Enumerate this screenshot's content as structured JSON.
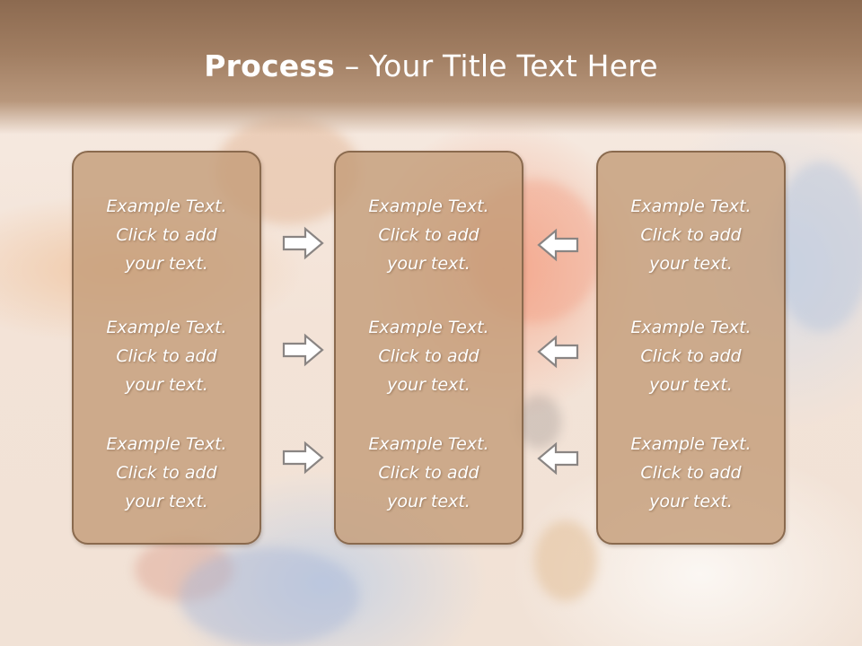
{
  "slide": {
    "title_bold": "Process",
    "title_rest": " – Your Title Text Here"
  },
  "columns": [
    {
      "items": [
        {
          "line1": "Example Text.",
          "line2": "Click  to add",
          "line3": "your text."
        },
        {
          "line1": "Example Text.",
          "line2": "Click  to add",
          "line3": "your text."
        },
        {
          "line1": "Example Text.",
          "line2": "Click  to add",
          "line3": "your text."
        }
      ]
    },
    {
      "items": [
        {
          "line1": "Example Text.",
          "line2": "Click  to add",
          "line3": "your text."
        },
        {
          "line1": "Example Text.",
          "line2": "Click  to add",
          "line3": "your text."
        },
        {
          "line1": "Example Text.",
          "line2": "Click  to add",
          "line3": "your text."
        }
      ]
    },
    {
      "items": [
        {
          "line1": "Example Text.",
          "line2": "Click  to add",
          "line3": "your text."
        },
        {
          "line1": "Example Text.",
          "line2": "Click  to add",
          "line3": "your text."
        },
        {
          "line1": "Example Text.",
          "line2": "Click  to add",
          "line3": "your text."
        }
      ]
    }
  ],
  "arrows": {
    "left_column_arrows": [
      "right-arrow-icon",
      "right-arrow-icon",
      "right-arrow-icon"
    ],
    "right_column_arrows": [
      "left-arrow-icon",
      "left-arrow-icon",
      "left-arrow-icon"
    ]
  },
  "colors": {
    "title_band": "#9c7a5e",
    "card_fill": "#c49e7a",
    "card_border": "#8a6a4e",
    "text": "#ffffff"
  }
}
